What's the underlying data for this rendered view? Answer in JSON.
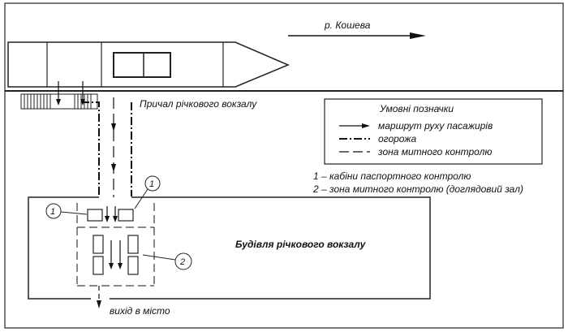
{
  "river": {
    "label": "р. Кошева"
  },
  "pier": {
    "label": "Причал річкового вокзалу"
  },
  "legend": {
    "title": "Умовні позначки",
    "items": [
      {
        "label": "маршрут руху пасажирів"
      },
      {
        "label": "огорожа"
      },
      {
        "label": "зона митного контролю"
      }
    ]
  },
  "notes": [
    "1 –  кабіни паспортного контролю",
    "2 –  зона митного контролю (доглядовий зал)"
  ],
  "building": {
    "label": "Будівля річкового вокзалу"
  },
  "callouts": [
    "1",
    "1",
    "2"
  ],
  "exit": {
    "label": "вихід в місто"
  }
}
